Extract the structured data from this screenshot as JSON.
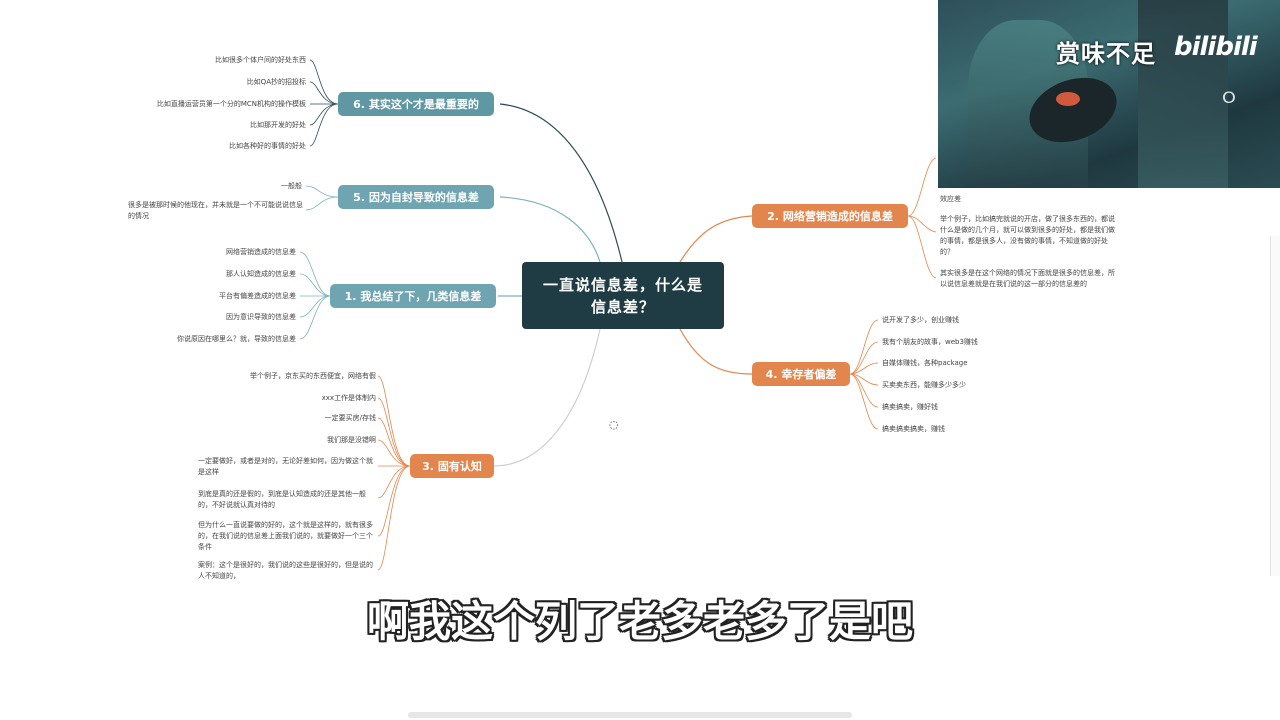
{
  "colors": {
    "central": "#1f3b44",
    "teal_branch": "#6ea5b1",
    "orange_branch": "#e3864d",
    "line_dark": "#2d4d57",
    "line_teal": "#7fb2bd",
    "line_orange": "#e3864d"
  },
  "central": {
    "line1": "一直说信息差，什么是",
    "line2": "信息差？"
  },
  "branches": {
    "b6": {
      "label": "6. 其实这个才是最重要的",
      "leaves": [
        "比如很多个体户间的好处东西",
        "比如QA抄的招投标",
        "比如直播运营员第一个分的MCN机构的操作模板",
        "比如那开发的好处",
        "比如各种好的事情的好处"
      ]
    },
    "b5": {
      "label": "5. 因为自封导致的信息差",
      "leaves": [
        "一般般",
        "很多是被那时候的他现在，并未就是一个不可能说说信息的情况"
      ]
    },
    "b1": {
      "label": "1. 我总结了下，几类信息差",
      "leaves": [
        "网络营销造成的信息差",
        "那人认知造成的信息差",
        "平台有偏差造成的信息差",
        "因为意识导致的信息差",
        "你说原因在哪里么？就，导致的信息差"
      ]
    },
    "b3": {
      "label": "3. 固有认知",
      "leaves": [
        "举个例子，京东买的东西便宜，网络有假",
        "xxx工作是体制内",
        "一定要买房/存钱",
        "我们那是没错啊",
        "一定要做好，或者是对的，无论好差如何，因为做这个就是这样",
        "到底是真的还是假的，到底是认知造成的还是其他一般的，不好说就认真对待的",
        "但为什么一直说要做的好的，这个就是这样的，就有很多的，在我们说的信息差上面我们说的，就要做好一个三个条件",
        "案例：这个是很好的，我们说的这些是很好的，但是说的人不知道的，"
      ]
    },
    "b2": {
      "label": "2. 网络营销造成的信息差",
      "leaves": [
        "效应差",
        "举个例子，比如搞完就说的开店，做了很多东西的，都说什么是做的几个月，就可以做到很多的好处，都是我们做的事情，都是很多人，没有做的事情，不知道做的好处的？",
        "其实很多是在这个网络的情况下面就是很多的信息差，所以说信息差就是在我们说的这一部分的信息差的"
      ]
    },
    "b4": {
      "label": "4. 幸存者偏差",
      "leaves": [
        "说开发了多少，创业赚钱",
        "我有个朋友的故事，web3赚钱",
        "自媒体赚钱，各种package",
        "买卖卖东西，能赚多少多少",
        "搞卖搞卖，赚好钱",
        "搞卖搞卖搞卖，赚钱"
      ]
    }
  },
  "subtitle": "啊我这个列了老多老多了是吧",
  "video_overlay": {
    "brand_text": "赏味不足",
    "logo_text": "bilibili"
  }
}
